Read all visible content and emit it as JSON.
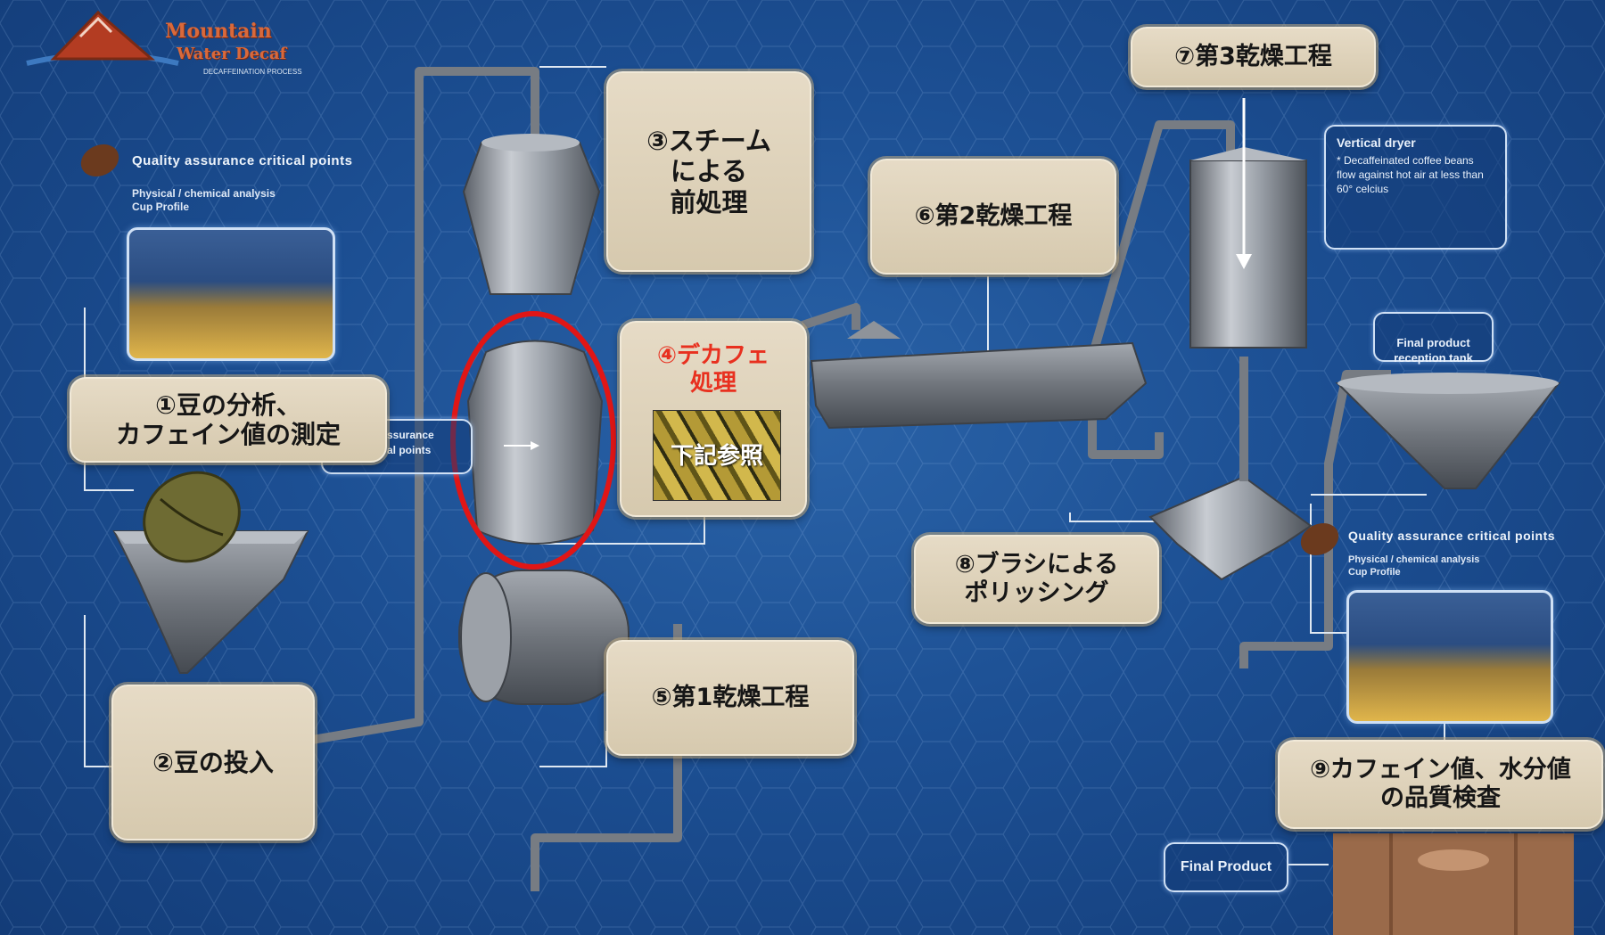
{
  "logo": {
    "line1": "Mountain",
    "line2": "Water Decaf",
    "tagline": "DECAFFEINATION PROCESS"
  },
  "qa_left": {
    "title": "Quality assurance critical points",
    "subtitle": "Physical / chemical analysis\nCup Profile"
  },
  "qa_right": {
    "title": "Quality assurance critical points",
    "subtitle": "Physical / chemical analysis\nCup Profile"
  },
  "qa_center_partial": {
    "line1": "ssurance",
    "line2": "al points"
  },
  "steps": {
    "s1": "①豆の分析、\nカフェイン値の測定",
    "s2": "②豆の投入",
    "s3": "③スチーム\nによる\n前処理",
    "s4": "④デカフェ\n処理",
    "s4_image_label": "下記参照",
    "s5": "⑤第1乾燥工程",
    "s6": "⑥第2乾燥工程",
    "s7": "⑦第3乾燥工程",
    "s8": "⑧ブラシによる\nポリッシング",
    "s9": "⑨カフェイン値、水分値\nの品質検査"
  },
  "vertical_dryer": {
    "title": "Vertical dryer",
    "body": "* Decaffeinated coffee beans flow against hot air at less than 60° celcius"
  },
  "final_tank_label": "Final product\nreception tank",
  "final_product_label": "Final Product",
  "colors": {
    "background": "#1c4f93",
    "box_fill": "#ddd1b8",
    "step4_red": "#e8301f",
    "highlight_ring": "#e01616",
    "metal": "#8a8f96"
  },
  "icons": [
    "coffee-bean-icon",
    "funnel-hopper-icon",
    "steam-vessel-icon",
    "decaf-vessel-icon",
    "drum-dryer-icon",
    "conveyor-dryer-icon",
    "vertical-dryer-icon",
    "polisher-icon",
    "reception-tank-icon",
    "coffee-bag-icon"
  ]
}
